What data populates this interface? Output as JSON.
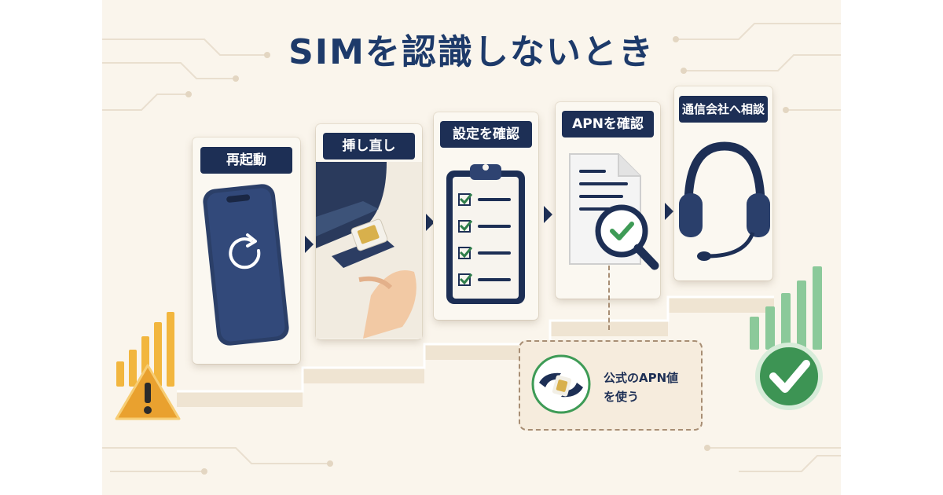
{
  "title": "SIMを認識しないとき",
  "colors": {
    "navy": "#1d2f55",
    "warning": "#e8a93a",
    "success": "#4fa86a",
    "background": "#faf5ec"
  },
  "steps": [
    {
      "label": "再起動",
      "icon": "phone-restart-icon"
    },
    {
      "label": "挿し直し",
      "icon": "sim-tray-icon"
    },
    {
      "label": "設定を確認",
      "icon": "clipboard-checklist-icon"
    },
    {
      "label": "APNを確認",
      "icon": "document-magnifier-icon"
    },
    {
      "label": "通信会社へ相談",
      "icon": "headset-icon"
    }
  ],
  "callout": {
    "line1": "公式のAPN値",
    "line2": "を使う",
    "icon": "hands-sim-icon"
  },
  "indicators": {
    "start": "warning-signal-icon",
    "end": "success-signal-icon"
  }
}
